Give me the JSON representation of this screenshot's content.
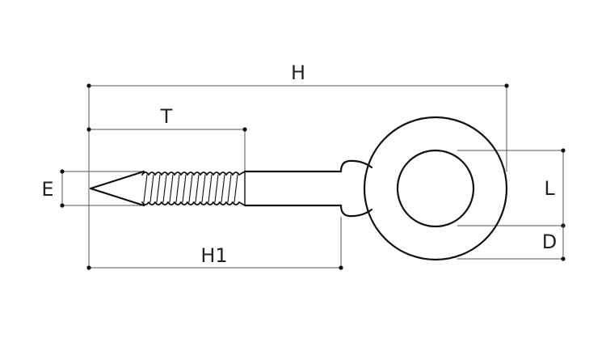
{
  "diagram": {
    "labels": {
      "H": "H",
      "T": "T",
      "E": "E",
      "H1": "H1",
      "L": "L",
      "D": "D"
    },
    "colors": {
      "ink": "#111111",
      "ext_line": "#555555",
      "background": "#ffffff"
    }
  }
}
